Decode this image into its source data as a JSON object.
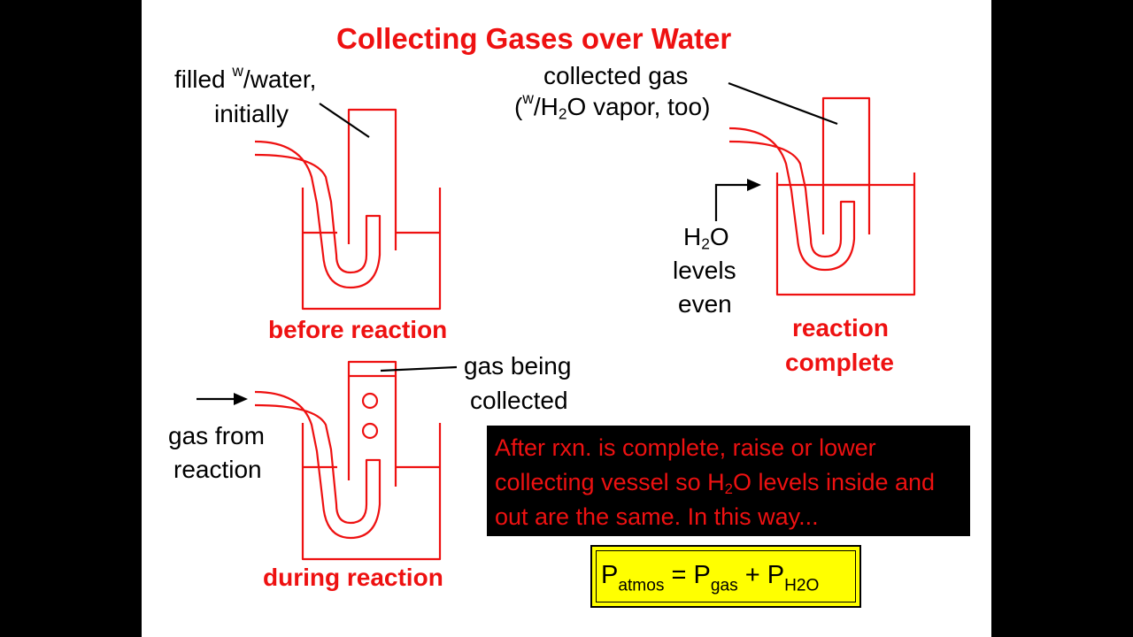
{
  "title": "Collecting Gases over Water",
  "labels": {
    "filled_pre": "filled ",
    "filled_sup": "w",
    "filled_post": "/water,",
    "initially": "initially",
    "collected_gas": "collected gas",
    "vapor_open": "(",
    "vapor_sup": "w",
    "vapor_mid1": "/H",
    "vapor_sub": "2",
    "vapor_mid2": "O vapor, too)",
    "h2o_h": "H",
    "h2o_sub": "2",
    "h2o_o": "O",
    "levels": "levels",
    "even": "even",
    "gas_being": "gas being",
    "collected": "collected",
    "gas_from": "gas from",
    "reaction": "reaction"
  },
  "captions": {
    "before": "before reaction",
    "during": "during reaction",
    "complete_1": "reaction",
    "complete_2": "complete"
  },
  "note": {
    "part1": "After rxn. is complete, raise or lower collecting vessel so H",
    "sub": "2",
    "part2": "O levels inside and out are the same. In this way..."
  },
  "equation": {
    "p1": "P",
    "s1": "atmos",
    "eq": " = ",
    "p2": "P",
    "s2": "gas",
    "plus": " + ",
    "p3": "P",
    "s3": "H2O"
  },
  "colors": {
    "apparatus": "#ee1111",
    "note_bg": "#000000",
    "note_text": "#ee1111",
    "equation_bg": "#ffff00"
  }
}
